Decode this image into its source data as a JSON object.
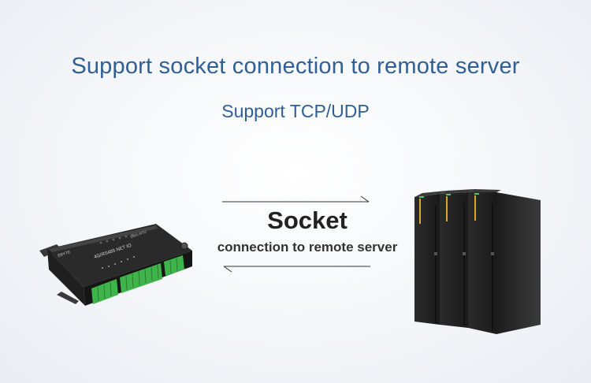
{
  "header": {
    "title": "Support socket connection to remote server",
    "subtitle": "Support  TCP/UDP"
  },
  "link": {
    "label": "Socket",
    "sublabel": "connection to remote server"
  },
  "device": {
    "brand": "EBYTE",
    "model": "4G/RS485 NET IO",
    "badge": "E831-RTU"
  },
  "colors": {
    "title": "#2f5f95",
    "terminal_green": "#3fb44a",
    "server_stripe": "#d9a72a",
    "server_led": "#4ec16b"
  }
}
